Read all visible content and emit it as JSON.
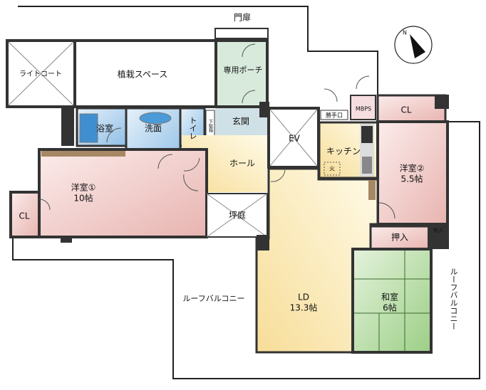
{
  "labels": {
    "gate": "門扉",
    "light_court": "ライトコート",
    "planting_space": "植栽スペース",
    "private_porch": "専用ポーチ",
    "bathroom": "浴室",
    "washroom": "洗面",
    "toilet": "トイレ",
    "shoe_box": "下駄箱",
    "entrance": "玄関",
    "hall": "ホール",
    "ev": "EV",
    "service_door": "勝手口",
    "mbps": "MBPS",
    "kitchen": "キッチン",
    "stove": "火",
    "closet_top": "CL",
    "western2_name": "洋室②",
    "western2_size": "5.5帖",
    "western1_name": "洋室①",
    "western1_size": "10帖",
    "closet_left": "CL",
    "courtyard": "坪庭",
    "storage": "物入",
    "oshiire": "押入",
    "ld_name": "LD",
    "ld_size": "13.3帖",
    "japanese_name": "和室",
    "japanese_size": "6帖",
    "roof_balcony_left": "ルーフバルコニー",
    "roof_balcony_right": "ルーフバルコニー",
    "compass": "N"
  },
  "colors": {
    "porch": "#d8eadc",
    "wet_area": "#bcd8ef",
    "entrance": "#cfe0e6",
    "hall_ld": "#fbf3d2",
    "kitchen": "#fbeeb8",
    "western": "#f2d3d1",
    "japanese": "#cfe6c0",
    "wall": "#333333"
  }
}
